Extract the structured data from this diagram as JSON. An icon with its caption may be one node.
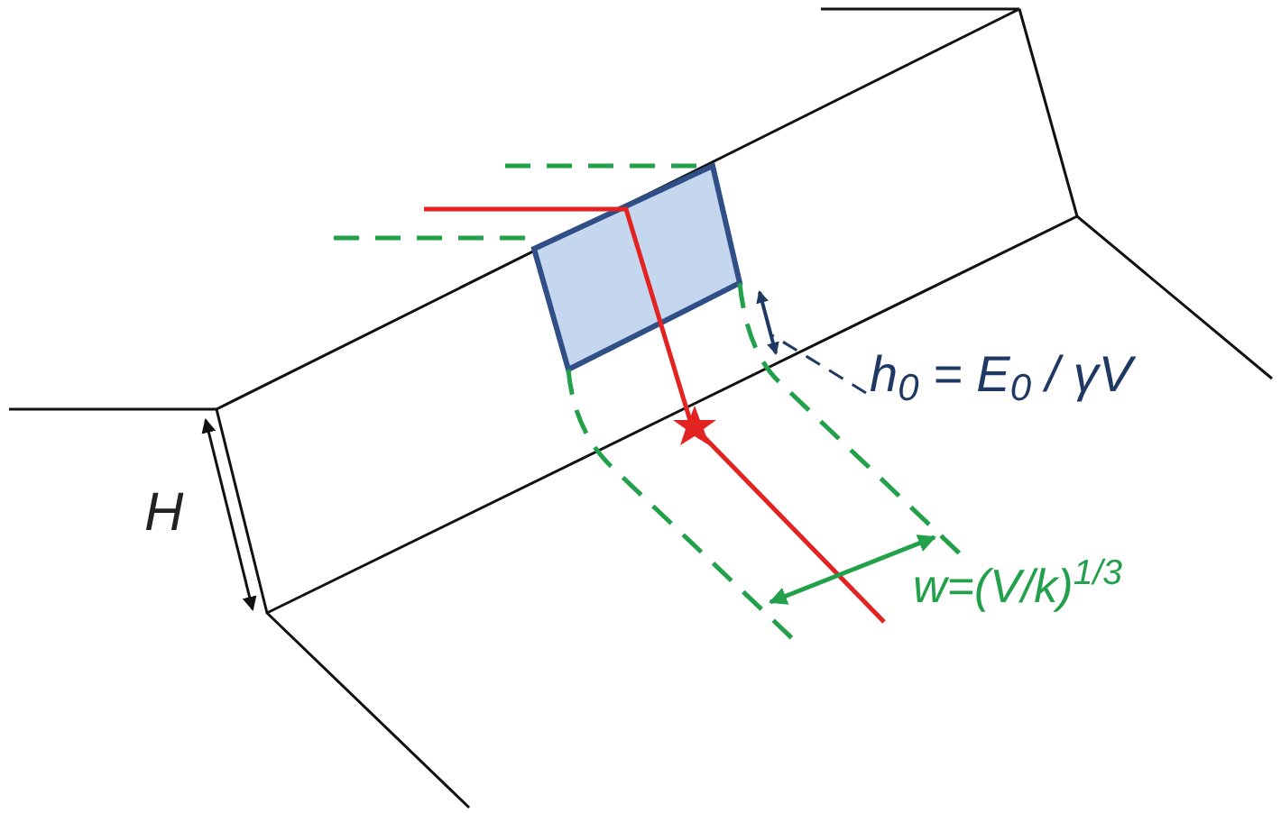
{
  "diagram": {
    "nodes": [
      {
        "text": [
          "h$_{0}$ = E$_{0}$ / γV"
        ]
      },
      {
        "text": [],
        "shape": "arrow"
      }
    ],
    "edges": [
      {
        "from": 0,
        "to": 1,
        "arrow": "none",
        "style": "dashed"
      }
    ],
    "labels": [
      "H",
      "w=(V/k)$^{1/3}$"
    ]
  }
}
